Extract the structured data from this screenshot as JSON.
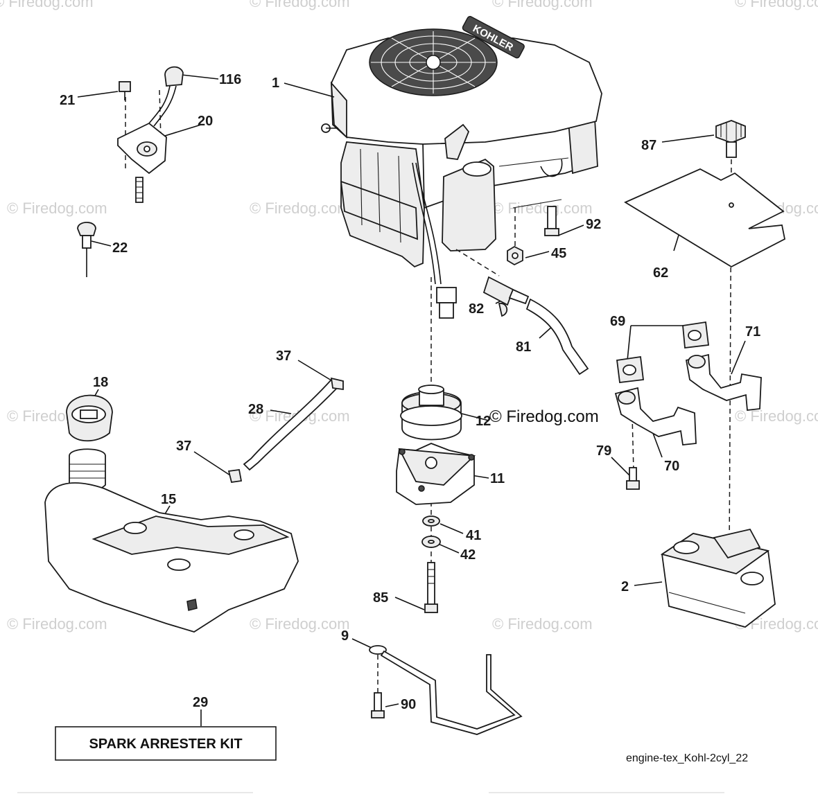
{
  "watermarks": {
    "text": "© Firedog.com",
    "center_mark": "© Firedog.com"
  },
  "labels": {
    "p1": "1",
    "p116": "116",
    "p21": "21",
    "p20": "20",
    "p22": "22",
    "p87": "87",
    "p92": "92",
    "p45": "45",
    "p62": "62",
    "p82": "82",
    "p81": "81",
    "p69": "69",
    "p71": "71",
    "p37a": "37",
    "p37b": "37",
    "p28": "28",
    "p18": "18",
    "p12": "12",
    "p11": "11",
    "p15": "15",
    "p41": "41",
    "p42": "42",
    "p85": "85",
    "p70": "70",
    "p79": "79",
    "p2": "2",
    "p9": "9",
    "p90": "90",
    "p29": "29"
  },
  "kit": {
    "label": "SPARK ARRESTER KIT"
  },
  "footer": {
    "code": "engine-tex_Kohl-2cyl_22"
  },
  "engine_brand": "KOHLER"
}
